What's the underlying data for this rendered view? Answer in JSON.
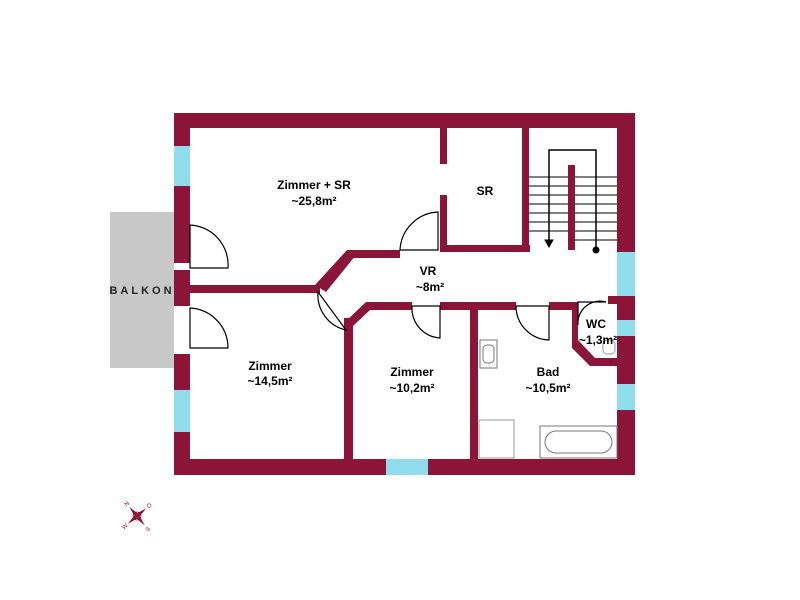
{
  "colors": {
    "wall": "#8b1538",
    "window": "#8fdcec",
    "balcony": "#c8c8c8",
    "door": "#000000"
  },
  "rooms": {
    "zimmer_sr": {
      "name": "Zimmer + SR",
      "area": "~25,8m²"
    },
    "sr": {
      "name": "SR"
    },
    "vr": {
      "name": "VR",
      "area": "~8m²"
    },
    "zimmer_left": {
      "name": "Zimmer",
      "area": "~14,5m²"
    },
    "zimmer_mid": {
      "name": "Zimmer",
      "area": "~10,2m²"
    },
    "bad": {
      "name": "Bad",
      "area": "~10,5m²"
    },
    "wc": {
      "name": "WC",
      "area": "~1,3m²"
    }
  },
  "balcony": {
    "label": "BALKON"
  },
  "compass": {
    "n": "N",
    "s": "S",
    "w": "W",
    "o": "O"
  },
  "icons": {
    "compass": "compass-rose-icon",
    "stairs": "staircase-icon",
    "bathtub": "bathtub-icon",
    "sink": "sink-icon",
    "shower": "shower-tray-icon"
  }
}
